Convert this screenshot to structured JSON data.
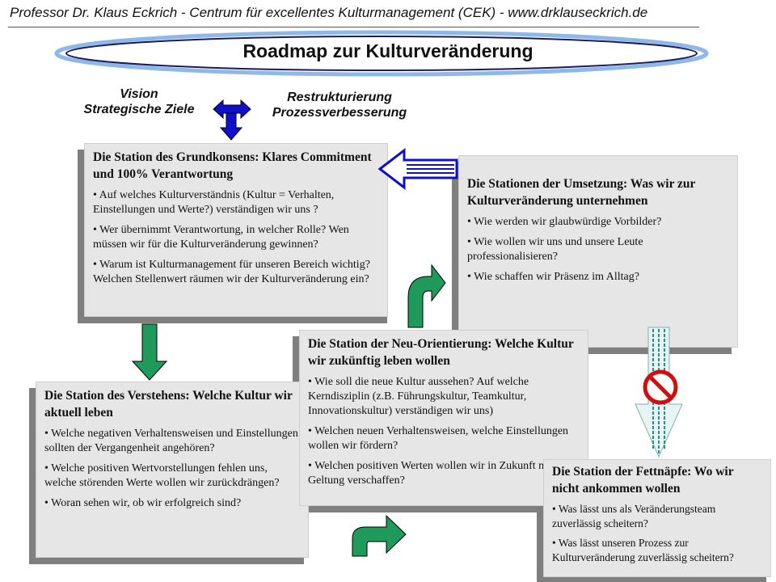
{
  "header": "Professor Dr. Klaus Eckrich - Centrum für excellentes Kulturmanagement (CEK) - www.drklauseckrich.de",
  "title": "Roadmap zur Kulturveränderung",
  "labels": {
    "left": [
      "Vision",
      "Strategische Ziele"
    ],
    "right": [
      "Restrukturierung",
      "Prozessverbesserung"
    ]
  },
  "stations": {
    "grundkonsens": {
      "title": "Die Station des Grundkonsens: Klares Commitment und 100% Verantwortung",
      "bullets": [
        "• Auf welches Kulturverständnis (Kultur = Verhalten, Einstellungen und Werte?) verständigen wir uns ?",
        "• Wer übernimmt Verantwortung, in welcher Rolle? Wen müssen wir für die Kulturveränderung gewinnen?",
        "• Warum ist Kulturmanagement für unseren Bereich wichtig? Welchen Stellenwert räumen wir der Kulturveränderung ein?"
      ]
    },
    "umsetzung": {
      "title": "Die Stationen der Umsetzung: Was wir zur Kulturveränderung unternehmen",
      "bullets": [
        "• Wie werden wir glaubwürdige Vorbilder?",
        "• Wie wollen wir uns und unsere Leute professionalisieren?",
        "• Wie schaffen wir Präsenz im Alltag?"
      ]
    },
    "verstehen": {
      "title": "Die Station des Verstehens: Welche Kultur wir aktuell leben",
      "bullets": [
        "• Welche negativen Verhaltensweisen und Einstellungen sollten der Vergangenheit angehören?",
        "• Welche positiven Wertvorstellungen fehlen uns, welche störenden Werte wollen wir zurückdrängen?",
        "• Woran sehen wir, ob wir erfolgreich sind?"
      ]
    },
    "neuorientierung": {
      "title": "Die Station der Neu-Orientierung: Welche Kultur wir zukünftig leben wollen",
      "bullets": [
        "• Wie soll die neue Kultur aussehen? Auf welche Kerndisziplin (z.B. Führungskultur, Teamkultur, Innovationskultur) verständigen wir uns)",
        "• Welchen neuen Verhaltensweisen, welche Einstellungen wollen wir fördern?",
        "• Welchen positiven Werten wollen wir in Zukunft mehr Geltung verschaffen?"
      ]
    },
    "fettnaepfe": {
      "title": "Die Station der Fettnäpfe: Wo wir nicht ankommen wollen",
      "bullets": [
        "• Was lässt uns als Veränderungsteam zuverlässig scheitern?",
        "• Was lässt unseren Prozess zur Kulturveränderung zuverlässig scheitern?"
      ]
    }
  },
  "colors": {
    "green_arrow": "#1f9a5a",
    "blue_arrow": "#1010cc",
    "box_bg": "#e6e6e6",
    "box_shadow": "#7f7f7f",
    "prohibition": "#d01010"
  }
}
